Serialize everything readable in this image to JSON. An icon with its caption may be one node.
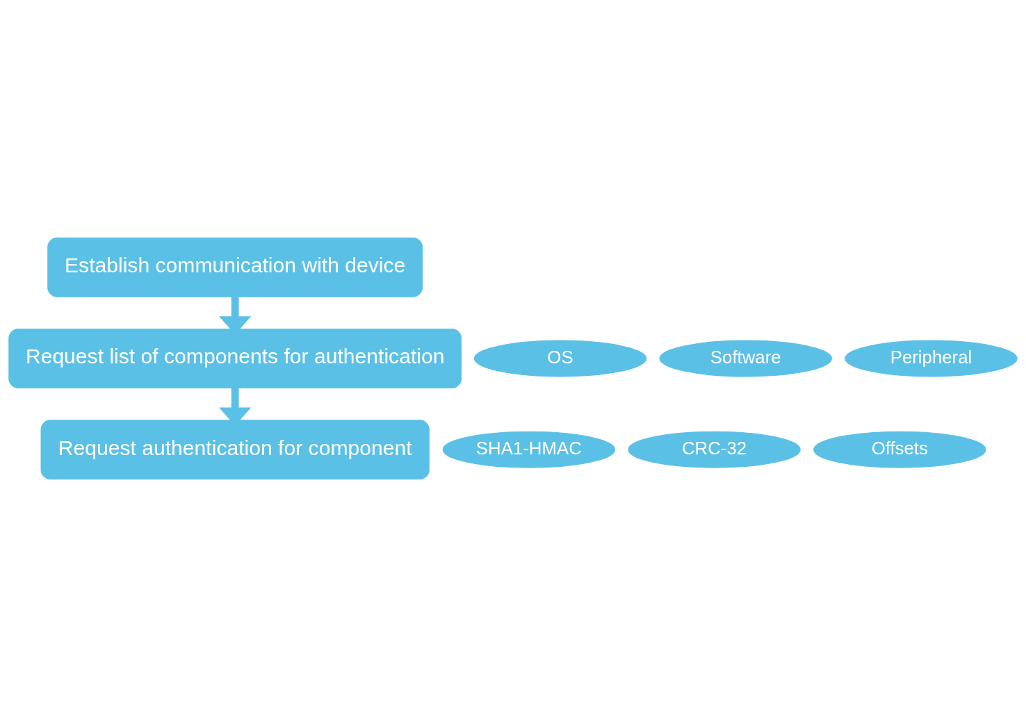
{
  "diagram": {
    "nodes": [
      {
        "text": [
          "Establish communication with device"
        ]
      },
      {
        "text": [
          "Request list of components for authentication"
        ]
      },
      {
        "text": [
          "Request authentication for component"
        ]
      },
      {
        "text": [
          "OS"
        ]
      },
      {
        "text": [
          "Software"
        ]
      },
      {
        "text": [
          "Peripheral"
        ]
      },
      {
        "text": [
          "SHA1-HMAC"
        ]
      },
      {
        "text": [
          "CRC-32"
        ]
      },
      {
        "text": [
          "Offsets"
        ]
      }
    ],
    "edges": [
      {
        "from": 0,
        "to": 1,
        "arrow": "to"
      },
      {
        "from": 1,
        "to": 2,
        "arrow": "to"
      }
    ]
  }
}
